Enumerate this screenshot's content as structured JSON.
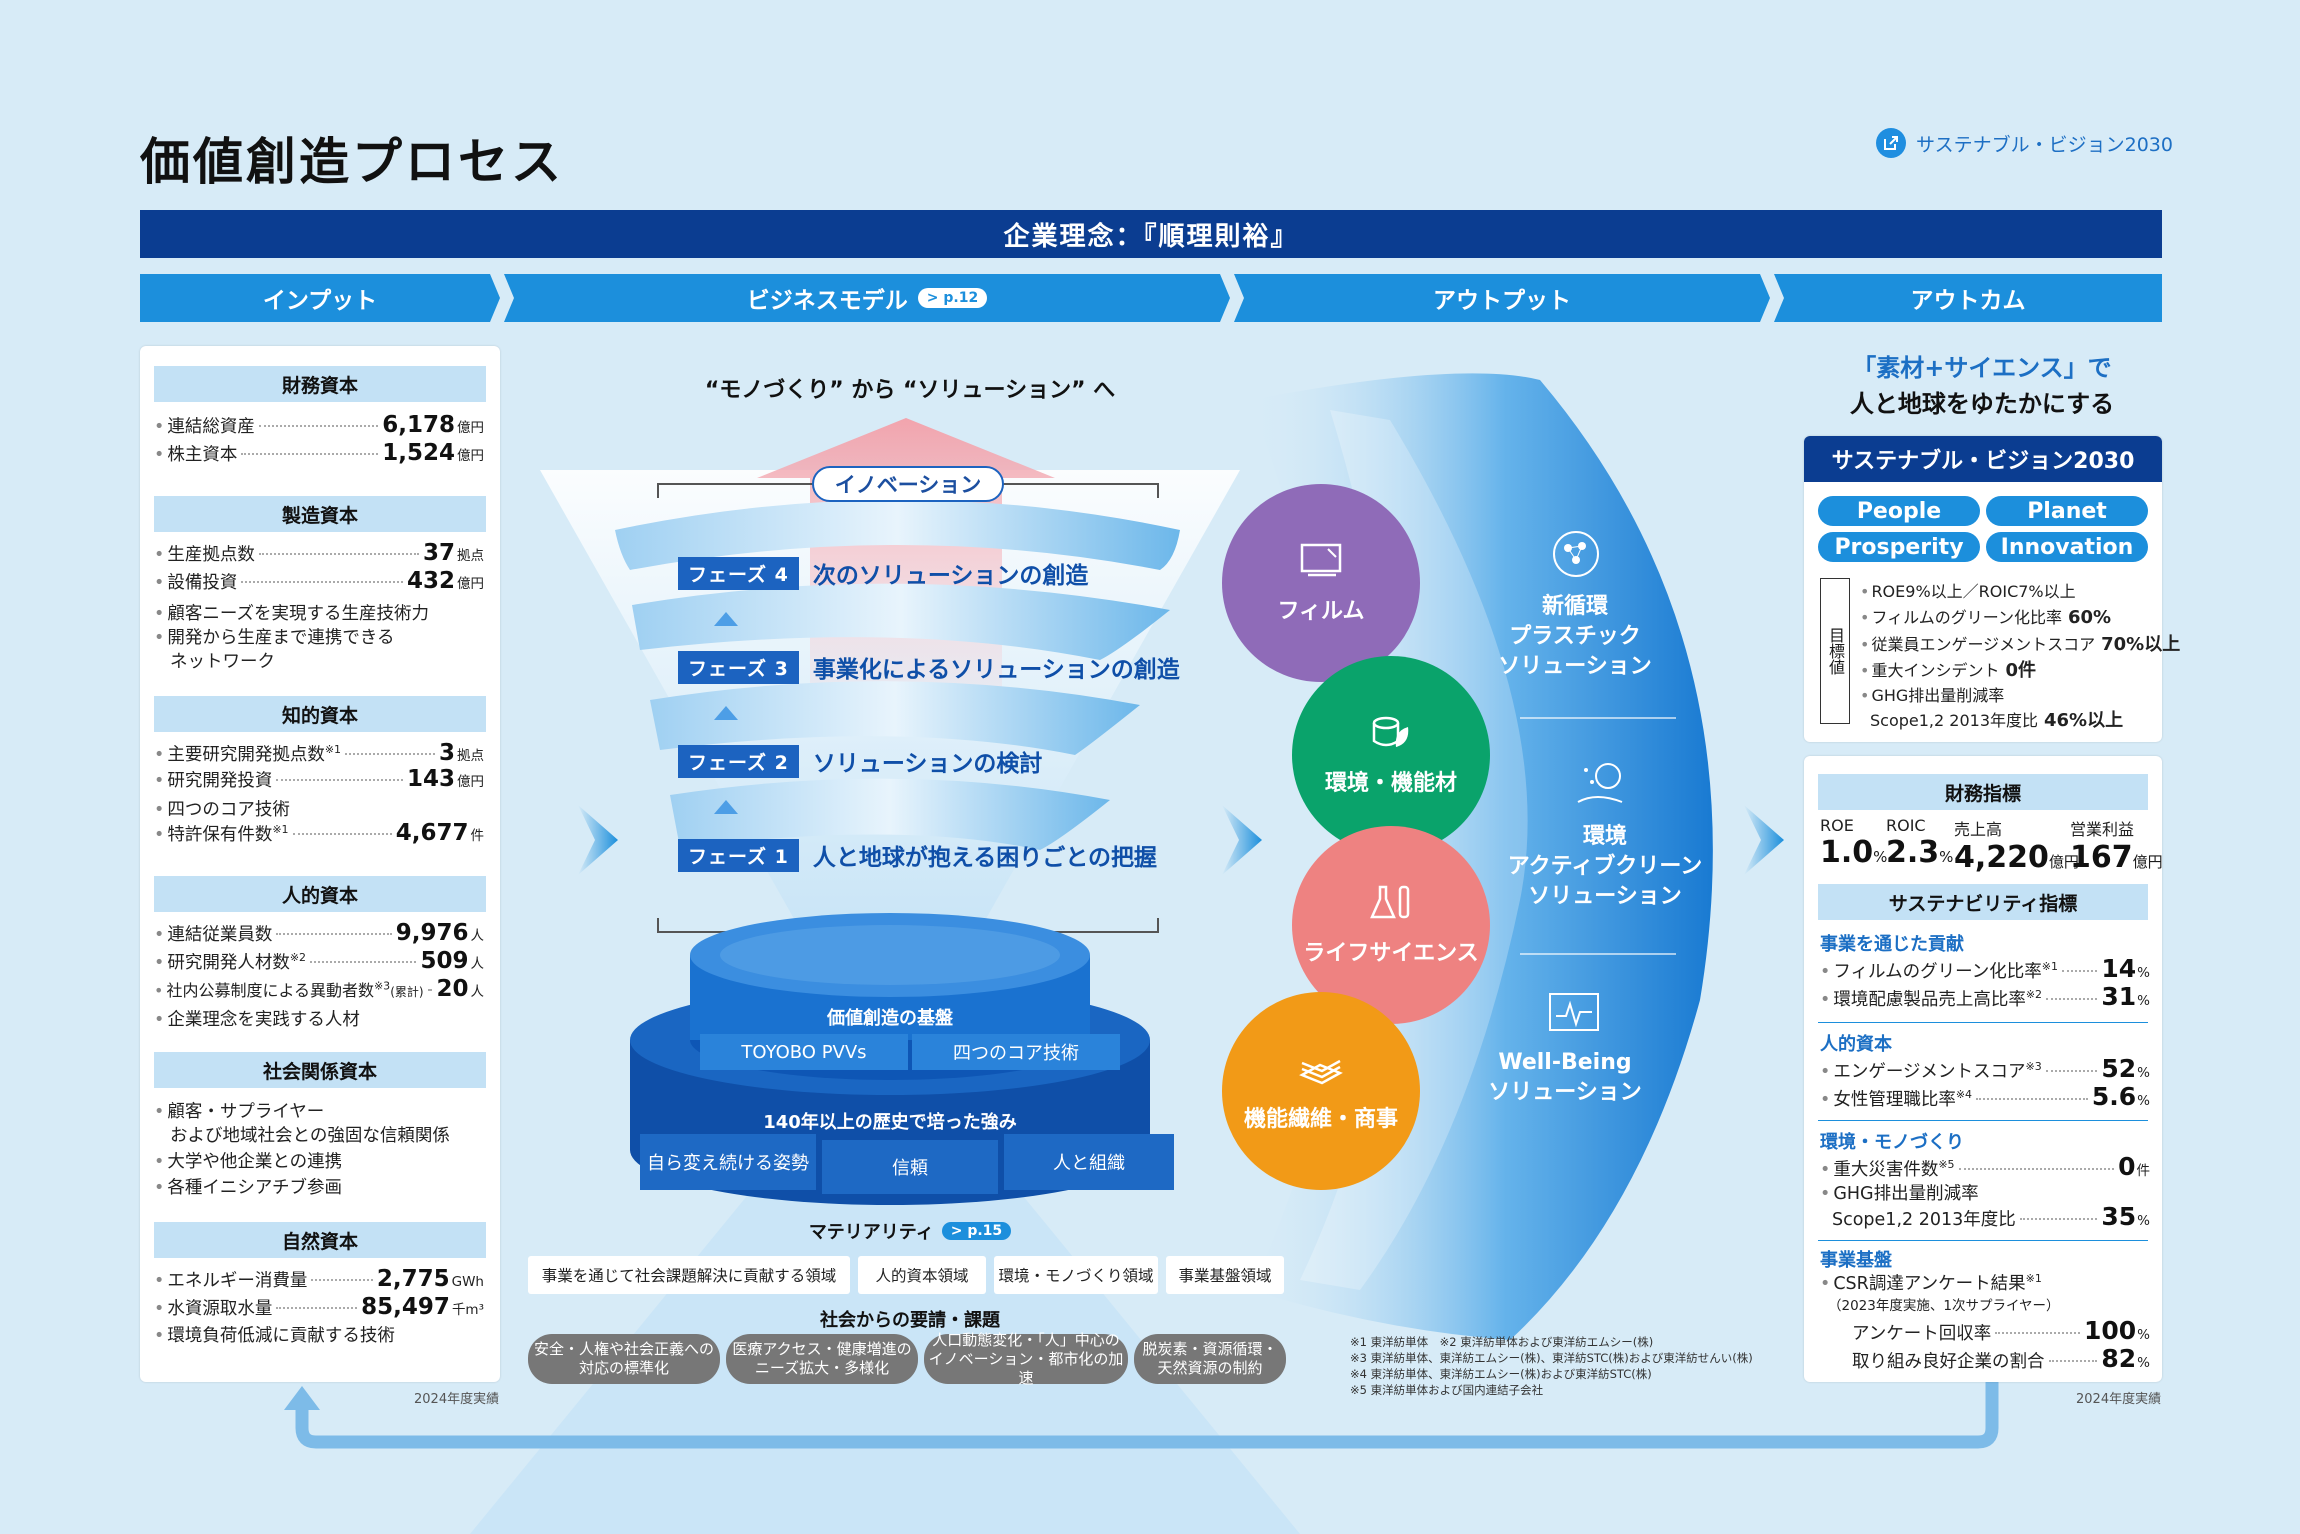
{
  "title": "価値創造プロセス",
  "sv_link": "サステナブル・ビジョン2030",
  "philosophy": "企業理念：『順理則裕』",
  "stages": {
    "input": "インプット",
    "business": "ビジネスモデル",
    "business_ref": "p.12",
    "output": "アウトプット",
    "outcome": "アウトカム"
  },
  "input": {
    "financial": {
      "title": "財務資本",
      "items": [
        {
          "label": "連結総資産",
          "value": "6,178",
          "unit": "億円"
        },
        {
          "label": "株主資本",
          "value": "1,524",
          "unit": "億円"
        }
      ]
    },
    "manufacturing": {
      "title": "製造資本",
      "items": [
        {
          "label": "生産拠点数",
          "value": "37",
          "unit": "拠点"
        },
        {
          "label": "設備投資",
          "value": "432",
          "unit": "億円"
        }
      ],
      "texts": [
        "顧客ニーズを実現する生産技術力",
        "開発から生産まで連携できる",
        "ネットワーク"
      ]
    },
    "intellectual": {
      "title": "知的資本",
      "items": [
        {
          "label": "主要研究開発拠点数",
          "note": "※1",
          "value": "3",
          "unit": "拠点"
        },
        {
          "label": "研究開発投資",
          "value": "143",
          "unit": "億円"
        },
        {
          "label": "特許保有件数",
          "note": "※1",
          "value": "4,677",
          "unit": "件"
        }
      ],
      "texts": [
        "四つのコア技術"
      ]
    },
    "human": {
      "title": "人的資本",
      "items": [
        {
          "label": "連結従業員数",
          "value": "9,976",
          "unit": "人"
        },
        {
          "label": "研究開発人材数",
          "note": "※2",
          "value": "509",
          "unit": "人"
        },
        {
          "label": "社内公募制度による異動者数",
          "note": "※3",
          "sub": "(累計)",
          "value": "20",
          "unit": "人"
        }
      ],
      "texts": [
        "企業理念を実践する人材"
      ]
    },
    "social": {
      "title": "社会関係資本",
      "texts": [
        "顧客・サプライヤー",
        "および地域社会との強固な信頼関係",
        "大学や他企業との連携",
        "各種イニシアチブ参画"
      ]
    },
    "natural": {
      "title": "自然資本",
      "items": [
        {
          "label": "エネルギー消費量",
          "value": "2,775",
          "unit": "GWh"
        },
        {
          "label": "水資源取水量",
          "value": "85,497",
          "unit": "千m³"
        }
      ],
      "texts": [
        "環境負荷低減に貢献する技術"
      ]
    },
    "footnote": "2024年度実績"
  },
  "business": {
    "headline": "“モノづくり” から “ソリューション” へ",
    "innovation": "イノベーション",
    "phases": [
      {
        "label": "フェーズ 4",
        "text": "次のソリューションの創造"
      },
      {
        "label": "フェーズ 3",
        "text": "事業化によるソリューションの創造"
      },
      {
        "label": "フェーズ 2",
        "text": "ソリューションの検討"
      },
      {
        "label": "フェーズ 1",
        "text": "人と地球が抱える困りごとの把握"
      }
    ],
    "base_title": "価値創造の基盤",
    "base_items": [
      "TOYOBO PVVs",
      "四つのコア技術"
    ],
    "history_title": "140年以上の歴史で培った強み",
    "history_items": [
      "自ら変え続ける姿勢",
      "信頼",
      "人と組織"
    ],
    "materiality": "マテリアリティ",
    "materiality_ref": "p.15",
    "materiality_items": [
      "事業を通じて社会課題解決に貢献する領域",
      "人的資本領域",
      "環境・モノづくり領域",
      "事業基盤領域"
    ],
    "needs_title": "社会からの要請・課題",
    "needs": [
      [
        "安全・人権や社会正義への",
        "対応の標準化"
      ],
      [
        "医療アクセス・健康増進の",
        "ニーズ拡大・多様化"
      ],
      [
        "人口動態変化・「人」中心の",
        "イノベーション・都市化の加速"
      ],
      [
        "脱炭素・資源循環・",
        "天然資源の制約"
      ]
    ]
  },
  "output": {
    "segments": [
      {
        "name": "フィルム",
        "color": "#8f6bb8",
        "icon": "film-icon"
      },
      {
        "name": "環境・機能材",
        "color": "#0aa36b",
        "icon": "environment-icon"
      },
      {
        "name": "ライフサイエンス",
        "color": "#ee8281",
        "icon": "lab-flask-icon"
      },
      {
        "name": "機能繊維・商事",
        "color": "#f29a17",
        "icon": "fiber-icon"
      }
    ],
    "solutions": [
      [
        "新循環",
        "プラスチック",
        "ソリューション"
      ],
      [
        "環境",
        "アクティブクリーン",
        "ソリューション"
      ],
      [
        "Well-Being",
        "ソリューション"
      ]
    ],
    "footnotes": [
      "※1 東洋紡単体　※2 東洋紡単体および東洋紡エムシー(株)",
      "※3 東洋紡単体、東洋紡エムシー(株)、東洋紡STC(株)および東洋紡せんい(株)",
      "※4 東洋紡単体、東洋紡エムシー(株)および東洋紡STC(株)",
      "※5 東洋紡単体および国内連結子会社"
    ]
  },
  "outcome": {
    "tagline1": "「素材+サイエンス」で",
    "tagline2": "人と地球をゆたかにする",
    "vision_title": "サステナブル・ビジョン2030",
    "pillars": [
      "People",
      "Planet",
      "Prosperity",
      "Innovation"
    ],
    "target_label": "目標値",
    "targets": [
      {
        "label": "ROE9%以上／ROIC7%以上",
        "value": ""
      },
      {
        "label": "フィルムのグリーン化比率",
        "value": "60%"
      },
      {
        "label": "従業員エンゲージメントスコア",
        "value": "70%以上"
      },
      {
        "label": "重大インシデント",
        "value": "0件"
      },
      {
        "label": "GHG排出量削減率",
        "value": ""
      },
      {
        "label": "Scope1,2 2013年度比",
        "value": "46%以上"
      }
    ],
    "fin_title": "財務指標",
    "kpis": [
      {
        "label": "ROE",
        "value": "1.0",
        "unit": "%"
      },
      {
        "label": "ROIC",
        "value": "2.3",
        "unit": "%"
      },
      {
        "label": "売上高",
        "value": "4,220",
        "unit": "億円"
      },
      {
        "label": "営業利益",
        "value": "167",
        "unit": "億円"
      }
    ],
    "sus_title": "サステナビリティ指標",
    "cat1": "事業を通じた貢献",
    "cat1_items": [
      {
        "label": "フィルムのグリーン化比率",
        "note": "※1",
        "value": "14",
        "unit": "%"
      },
      {
        "label": "環境配慮製品売上高比率",
        "note": "※2",
        "value": "31",
        "unit": "%"
      }
    ],
    "cat2": "人的資本",
    "cat2_items": [
      {
        "label": "エンゲージメントスコア",
        "note": "※3",
        "value": "52",
        "unit": "%"
      },
      {
        "label": "女性管理職比率",
        "note": "※4",
        "value": "5.6",
        "unit": "%"
      }
    ],
    "cat3": "環境・モノづくり",
    "cat3_items": [
      {
        "label": "重大災害件数",
        "note": "※5",
        "value": "0",
        "unit": "件"
      }
    ],
    "ghg_label": "GHG排出量削減率",
    "ghg_sub": "Scope1,2 2013年度比",
    "ghg_value": "35",
    "ghg_unit": "%",
    "cat4": "事業基盤",
    "csr_label": "CSR調達アンケート結果",
    "csr_note": "※1",
    "csr_sub": "（2023年度実施、1次サプライヤー）",
    "csr_items": [
      {
        "label": "アンケート回収率",
        "value": "100",
        "unit": "%"
      },
      {
        "label": "取り組み良好企業の割合",
        "value": "82",
        "unit": "%"
      }
    ],
    "footnote": "2024年度実績"
  }
}
